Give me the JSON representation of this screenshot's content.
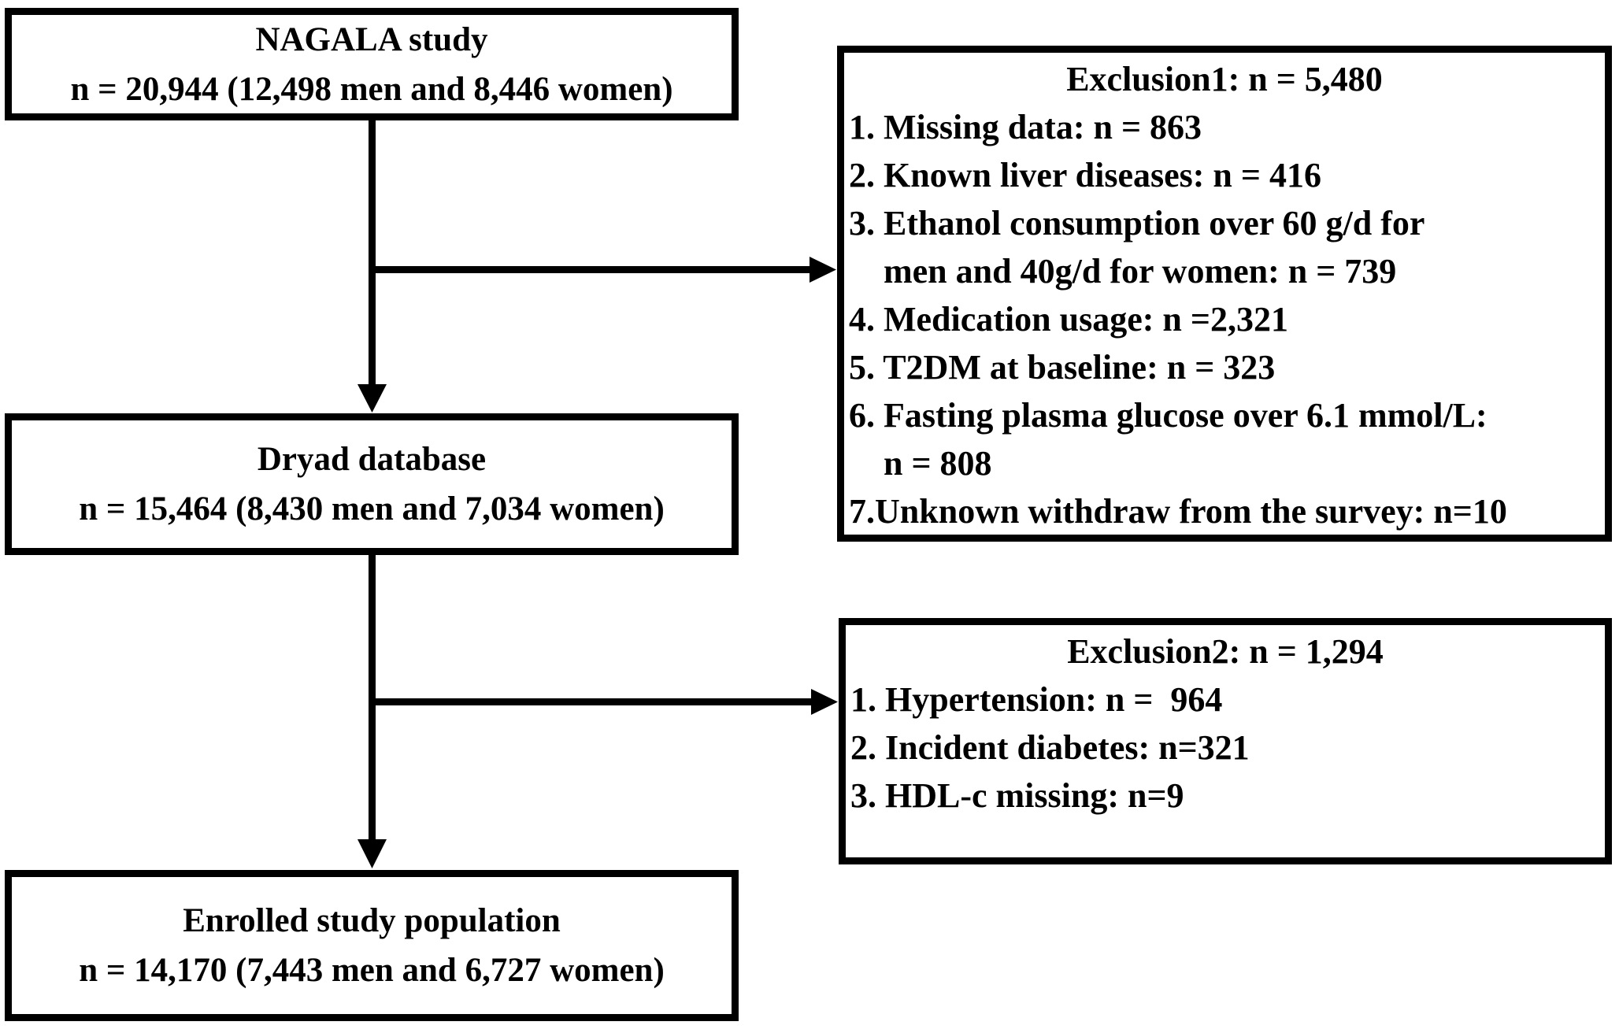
{
  "colors": {
    "ink": "#000000",
    "background": "#ffffff"
  },
  "boxes": {
    "nagala": {
      "line1": "NAGALA study",
      "line2": "n = 20,944 (12,498 men and 8,446 women)"
    },
    "exclusion1": {
      "title": "Exclusion1: n = 5,480",
      "lines": [
        "1. Missing data: n = 863",
        "2. Known liver diseases: n = 416",
        "3. Ethanol consumption over 60 g/d for",
        "men and 40g/d for women: n = 739",
        "4. Medication usage: n =2,321",
        "5. T2DM at baseline: n = 323",
        "6. Fasting plasma glucose over 6.1 mmol/L:",
        "n = 808",
        "7.Unknown withdraw from the survey: n=10"
      ]
    },
    "dryad": {
      "line1": "Dryad database",
      "line2": "n = 15,464 (8,430 men and 7,034 women)"
    },
    "exclusion2": {
      "title": "Exclusion2: n = 1,294",
      "lines": [
        "1. Hypertension: n =  964",
        "2. Incident diabetes: n=321",
        "3. HDL-c missing: n=9"
      ]
    },
    "enrolled": {
      "line1": "Enrolled study population",
      "line2": "n = 14,170 (7,443 men and 6,727 women)"
    }
  }
}
